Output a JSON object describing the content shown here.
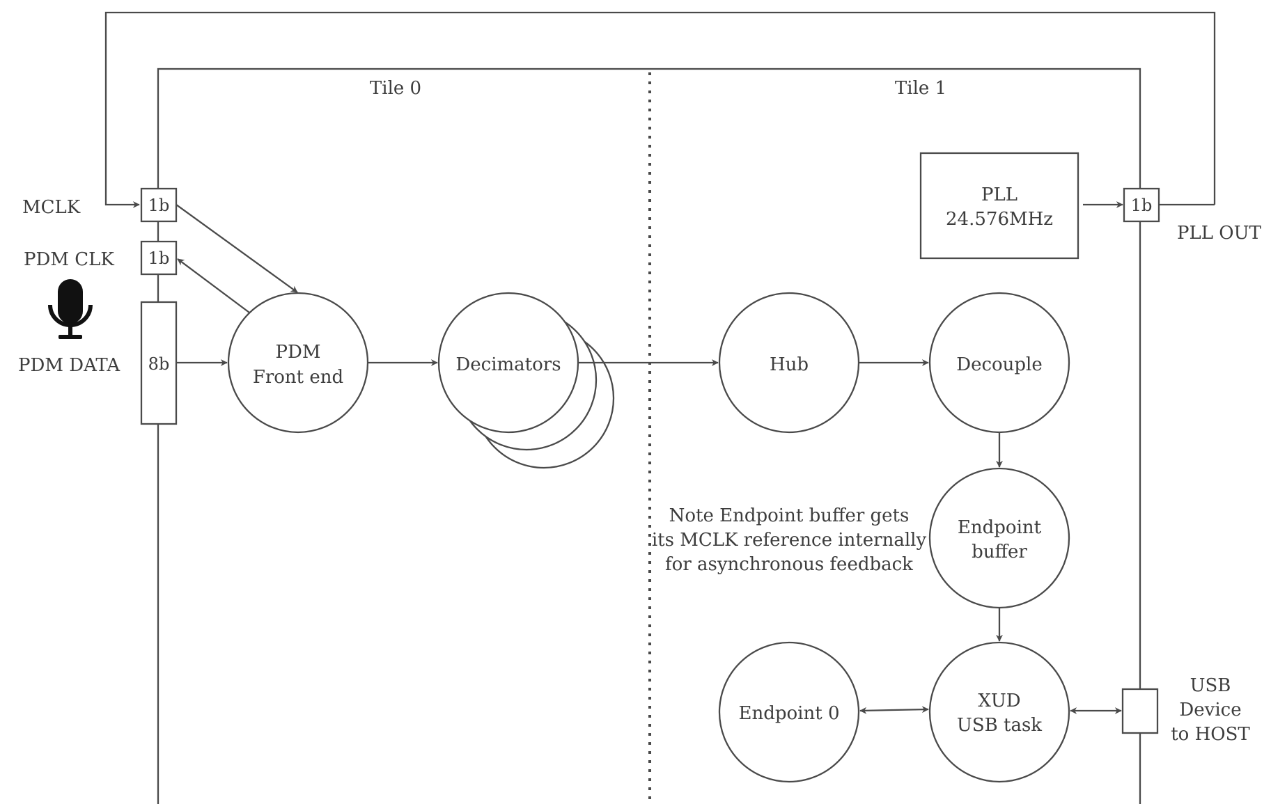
{
  "tiles": {
    "tile0": "Tile 0",
    "tile1": "Tile 1"
  },
  "signals": {
    "mclk": "MCLK",
    "pdm_clk": "PDM CLK",
    "pdm_data": "PDM DATA",
    "pll_out": "PLL OUT",
    "usb_line1": "USB",
    "usb_line2": "Device",
    "usb_line3": "to HOST"
  },
  "ports": {
    "mclk_port": "1b",
    "pdm_clk_port": "1b",
    "pdm_data_port": "8b",
    "pll_out_port": "1b"
  },
  "blocks": {
    "pll_line1": "PLL",
    "pll_line2": "24.576MHz",
    "pdm_line1": "PDM",
    "pdm_line2": "Front end",
    "decimators": "Decimators",
    "hub": "Hub",
    "decouple": "Decouple",
    "ep_buffer_line1": "Endpoint",
    "ep_buffer_line2": "buffer",
    "endpoint0": "Endpoint 0",
    "xud_line1": "XUD",
    "xud_line2": "USB task"
  },
  "note": {
    "line1": "Note Endpoint buffer gets",
    "line2": "its MCLK reference internally",
    "line3": "for asynchronous feedback"
  },
  "icons": {
    "microphone": "microphone-icon"
  }
}
